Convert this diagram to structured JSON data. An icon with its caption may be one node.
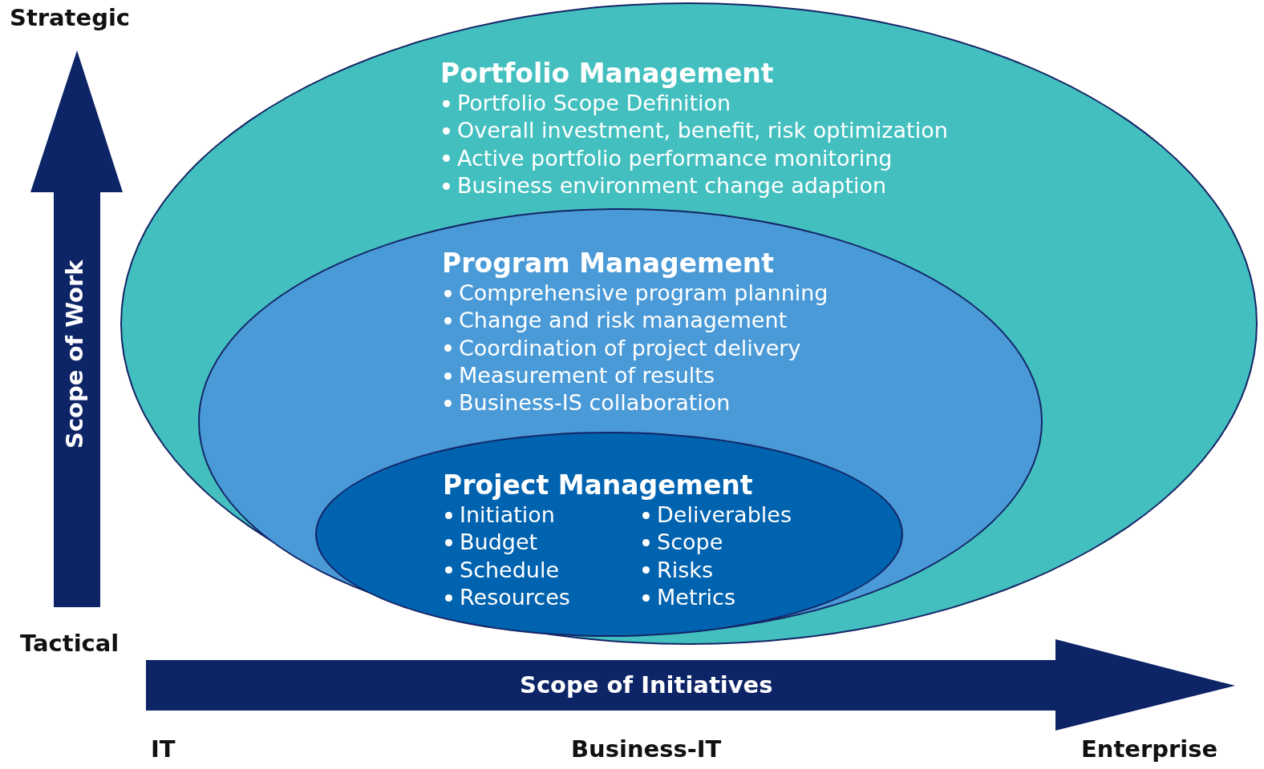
{
  "diagram": {
    "nodes": [
      {
        "text": [
          "Portfolio Management",
          "Portfolio Scope Definition",
          "Overall investment, benefit, risk optimization",
          "Active portfolio performance monitoring",
          "Business environment change adaption"
        ]
      },
      {
        "text": [
          "Program Management",
          "Comprehensive program planning",
          "Change and risk management",
          "Coordination of project delivery",
          "Measurement of results",
          "Business-IS collaboration"
        ],
        "in": 0
      },
      {
        "text": [
          "Project Management",
          "Initiation",
          "Budget",
          "Schedule",
          "Resources",
          "Deliverables",
          "Scope",
          "Risks",
          "Metrics"
        ],
        "in": 1
      }
    ],
    "labels": [
      "Strategic",
      "Scope of Work",
      "Tactical",
      "Scope of Initiatives",
      "IT",
      "Business-IT",
      "Enterprise"
    ]
  }
}
